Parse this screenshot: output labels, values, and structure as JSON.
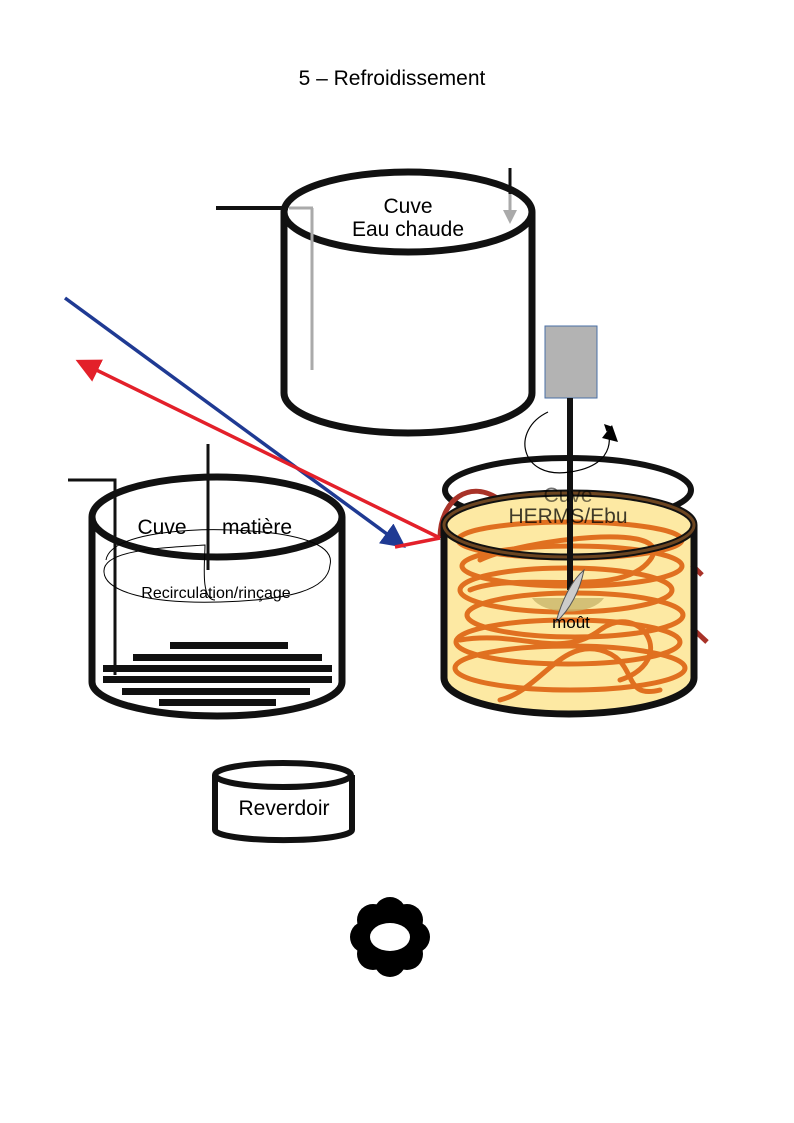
{
  "title": "5 – Refroidissement",
  "tanks": {
    "hot_water": {
      "line1": "Cuve",
      "line2": "Eau chaude"
    },
    "mash": {
      "line1": "Cuve",
      "line2": "matière",
      "note": "Recirculation/rinçage"
    },
    "herms": {
      "line1": "Cuve",
      "line2": "HERMS/Ebu",
      "content": "moût"
    },
    "grant": {
      "label": "Reverdoir"
    }
  },
  "colors": {
    "outline": "#111111",
    "inlet_arrow": "#1f3a93",
    "outlet_arrow": "#e3202a",
    "wort_fill": "#fde9a3",
    "coil": "#e07020",
    "coil_dark": "#a83228",
    "motor": "#b3b3b3"
  },
  "icons": [
    "pump-icon",
    "motor-icon",
    "rotation-arrow-icon"
  ]
}
